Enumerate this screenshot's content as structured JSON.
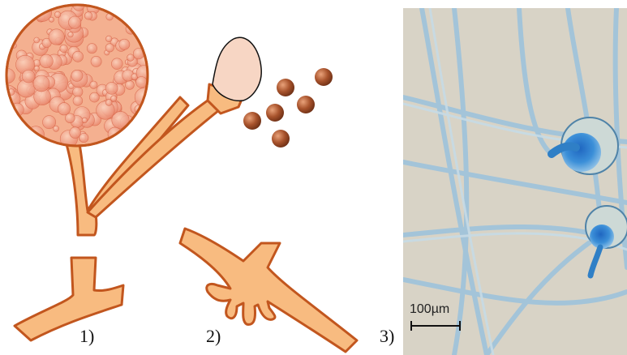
{
  "labels": {
    "panel_1": "1)",
    "panel_2": "2)",
    "panel_3": "3)"
  },
  "micrograph": {
    "scale_bar_text": "100µm"
  },
  "colors": {
    "hypha_fill": "#f8bb80",
    "hypha_outline": "#c2561e",
    "sporangium_fill": "#f4b090",
    "spore_fill": "#9a4a28",
    "columella_fill": "#f7d6c4",
    "micrograph_background": "#d8d3c6",
    "stain_blue": "#2f7fc6",
    "hyphae_blue": "#9ec3dc"
  }
}
